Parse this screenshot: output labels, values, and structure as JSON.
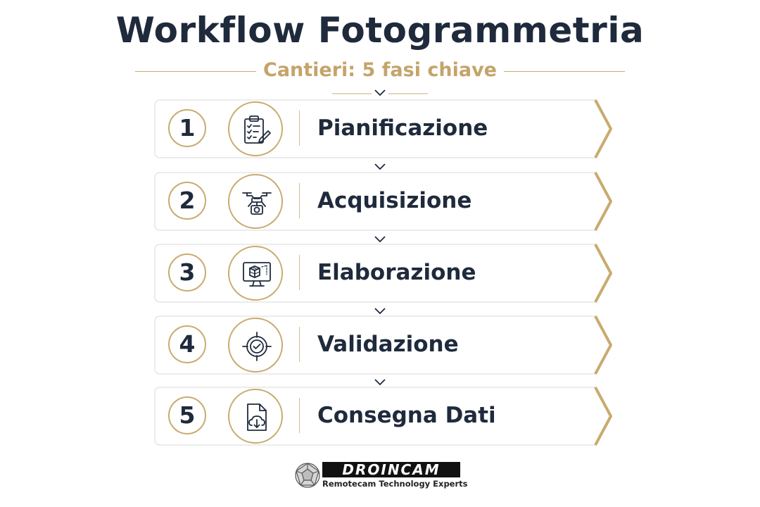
{
  "header": {
    "title": "Workflow Fotogrammetria",
    "subtitle": "Cantieri: 5 fasi chiave"
  },
  "steps": [
    {
      "number": "1",
      "label": "Pianificazione",
      "icon": "clipboard-checklist-icon"
    },
    {
      "number": "2",
      "label": "Acquisizione",
      "icon": "drone-camera-icon"
    },
    {
      "number": "3",
      "label": "Elaborazione",
      "icon": "monitor-3d-model-icon"
    },
    {
      "number": "4",
      "label": "Validazione",
      "icon": "target-check-icon"
    },
    {
      "number": "5",
      "label": "Consegna Dati",
      "icon": "document-cloud-download-icon"
    }
  ],
  "logo": {
    "name": "DROINCAM",
    "tagline": "Remotecam Technology Experts"
  },
  "colors": {
    "navy": "#1f2a3c",
    "gold": "#c4a46a",
    "background": "#ffffff"
  }
}
